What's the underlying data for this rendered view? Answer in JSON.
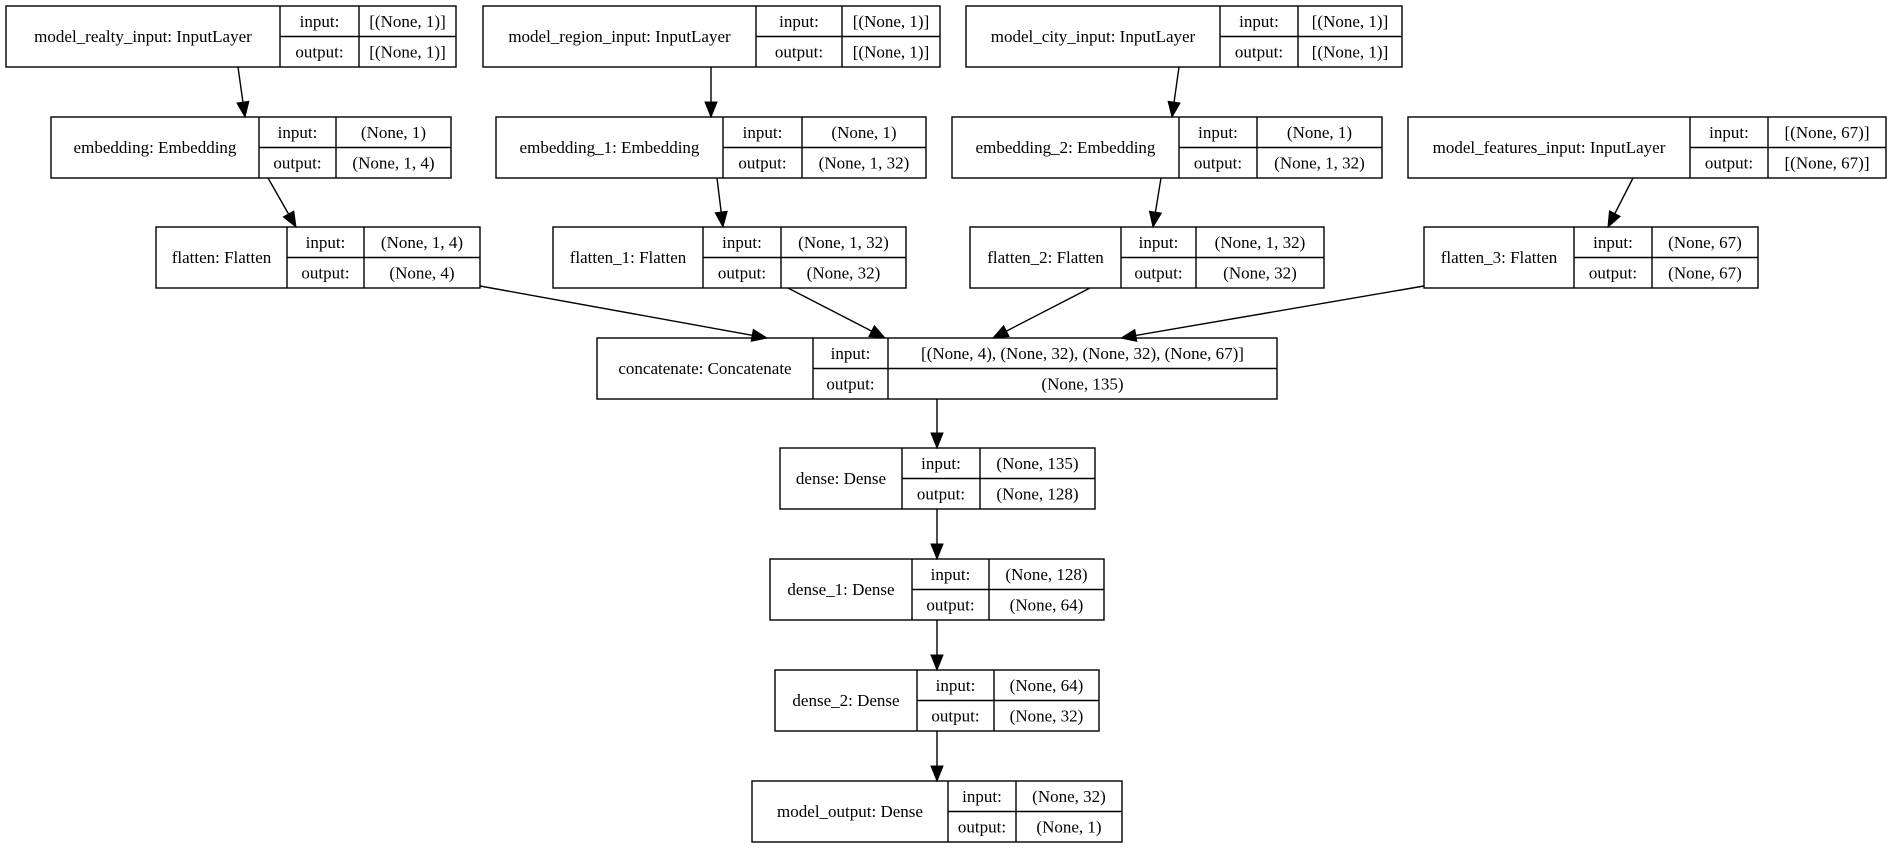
{
  "nodes": [
    {
      "id": "realty_input",
      "label": "model_realty_input: InputLayer",
      "input": "[(None, 1)]",
      "output": "[(None, 1)]"
    },
    {
      "id": "region_input",
      "label": "model_region_input: InputLayer",
      "input": "[(None, 1)]",
      "output": "[(None, 1)]"
    },
    {
      "id": "city_input",
      "label": "model_city_input: InputLayer",
      "input": "[(None, 1)]",
      "output": "[(None, 1)]"
    },
    {
      "id": "embedding",
      "label": "embedding: Embedding",
      "input": "(None, 1)",
      "output": "(None, 1, 4)"
    },
    {
      "id": "embedding_1",
      "label": "embedding_1: Embedding",
      "input": "(None, 1)",
      "output": "(None, 1, 32)"
    },
    {
      "id": "embedding_2",
      "label": "embedding_2: Embedding",
      "input": "(None, 1)",
      "output": "(None, 1, 32)"
    },
    {
      "id": "features_input",
      "label": "model_features_input: InputLayer",
      "input": "[(None, 67)]",
      "output": "[(None, 67)]"
    },
    {
      "id": "flatten",
      "label": "flatten: Flatten",
      "input": "(None, 1, 4)",
      "output": "(None, 4)"
    },
    {
      "id": "flatten_1",
      "label": "flatten_1: Flatten",
      "input": "(None, 1, 32)",
      "output": "(None, 32)"
    },
    {
      "id": "flatten_2",
      "label": "flatten_2: Flatten",
      "input": "(None, 1, 32)",
      "output": "(None, 32)"
    },
    {
      "id": "flatten_3",
      "label": "flatten_3: Flatten",
      "input": "(None, 67)",
      "output": "(None, 67)"
    },
    {
      "id": "concatenate",
      "label": "concatenate: Concatenate",
      "input": "[(None, 4), (None, 32), (None, 32), (None, 67)]",
      "output": "(None, 135)"
    },
    {
      "id": "dense",
      "label": "dense: Dense",
      "input": "(None, 135)",
      "output": "(None, 128)"
    },
    {
      "id": "dense_1",
      "label": "dense_1: Dense",
      "input": "(None, 128)",
      "output": "(None, 64)"
    },
    {
      "id": "dense_2",
      "label": "dense_2: Dense",
      "input": "(None, 64)",
      "output": "(None, 32)"
    },
    {
      "id": "model_output",
      "label": "model_output: Dense",
      "input": "(None, 32)",
      "output": "(None, 1)"
    }
  ],
  "io_labels": {
    "input": "input:",
    "output": "output:"
  },
  "edges": [
    [
      "realty_input",
      "embedding"
    ],
    [
      "region_input",
      "embedding_1"
    ],
    [
      "city_input",
      "embedding_2"
    ],
    [
      "embedding",
      "flatten"
    ],
    [
      "embedding_1",
      "flatten_1"
    ],
    [
      "embedding_2",
      "flatten_2"
    ],
    [
      "features_input",
      "flatten_3"
    ],
    [
      "flatten",
      "concatenate"
    ],
    [
      "flatten_1",
      "concatenate"
    ],
    [
      "flatten_2",
      "concatenate"
    ],
    [
      "flatten_3",
      "concatenate"
    ],
    [
      "concatenate",
      "dense"
    ],
    [
      "dense",
      "dense_1"
    ],
    [
      "dense_1",
      "dense_2"
    ],
    [
      "dense_2",
      "model_output"
    ]
  ]
}
